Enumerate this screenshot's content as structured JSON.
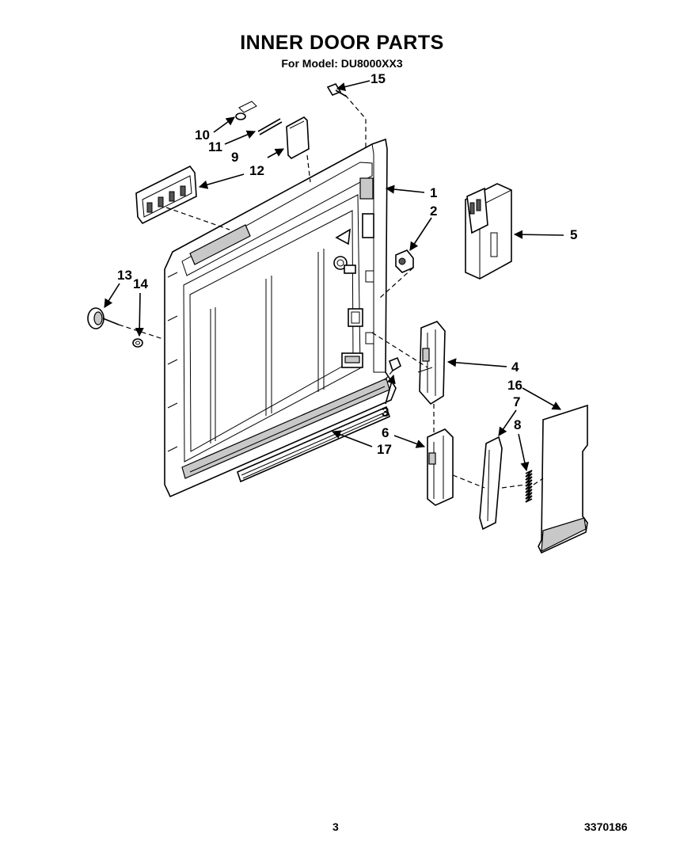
{
  "header": {
    "title": "INNER DOOR PARTS",
    "subtitle": "For Model: DU8000XX3"
  },
  "footer": {
    "page_number": "3",
    "document_number": "3370186"
  },
  "callouts": [
    "1",
    "2",
    "3",
    "4",
    "5",
    "6",
    "7",
    "8",
    "9",
    "10",
    "11",
    "12",
    "13",
    "14",
    "15",
    "16",
    "17"
  ]
}
